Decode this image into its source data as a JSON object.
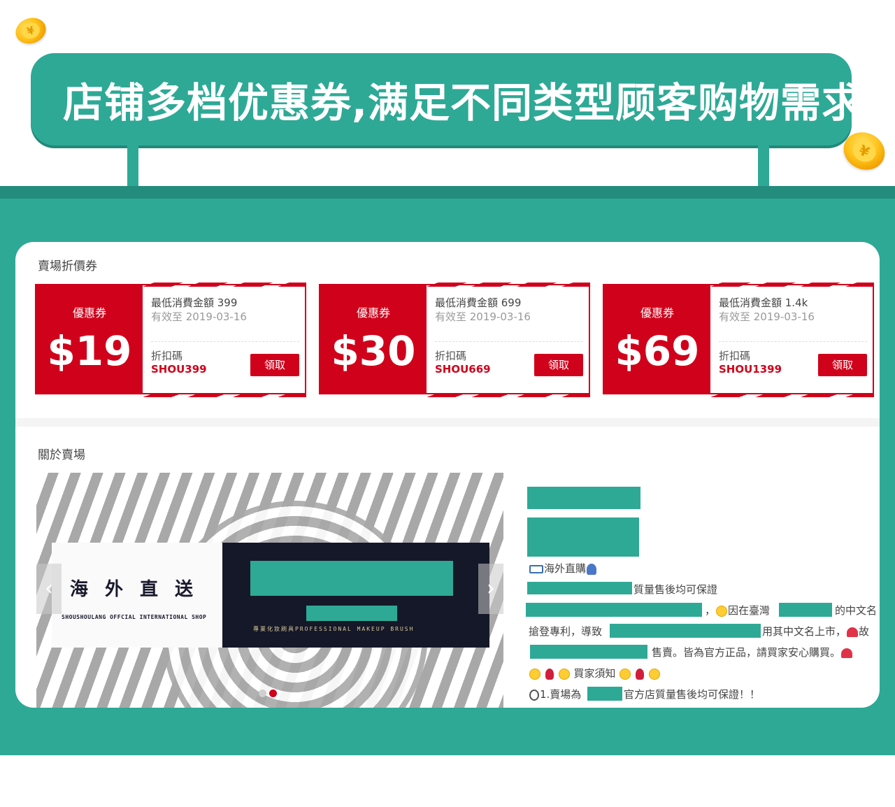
{
  "header": {
    "title": "店铺多档优惠券,满足不同类型顾客购物需求"
  },
  "coins": {
    "symbol": "¥"
  },
  "sections": {
    "coupons_title": "賣場折價券",
    "about_title": "關於賣場"
  },
  "coupons": [
    {
      "label": "優惠券",
      "amount": "$19",
      "min_spend": "最低消費金額 399",
      "valid_until": "有效至 2019-03-16",
      "code_label": "折扣碼",
      "code": "SHOU399",
      "button": "領取"
    },
    {
      "label": "優惠券",
      "amount": "$30",
      "min_spend": "最低消費金額 699",
      "valid_until": "有效至 2019-03-16",
      "code_label": "折扣碼",
      "code": "SHOU669",
      "button": "領取"
    },
    {
      "label": "優惠券",
      "amount": "$69",
      "min_spend": "最低消費金額 1.4k",
      "valid_until": "有效至 2019-03-16",
      "code_label": "折扣碼",
      "code": "SHOU1399",
      "button": "領取"
    }
  ],
  "carousel": {
    "headline": "海外直送",
    "shop_name": "SHOUSHOULANG OFFCIAL INTERNATIONAL SHOP",
    "tagline": "專業化妝刷具PROFESSIONAL MAKEUP BRUSH",
    "prev_arrow": "‹",
    "next_arrow": "›",
    "active_slide": 2,
    "total_slides": 2
  },
  "about": {
    "line1": "海外直購",
    "line2": "質量售後均可保證",
    "line3a": "，",
    "line3b": "因在臺灣",
    "line3c": "的中文名",
    "line4a": "搶登專利，導致",
    "line4b": "用其中文名上市，",
    "line4c": "故",
    "line5": "售賣。皆為官方正品，請買家安心購買。",
    "line6": "買家須知",
    "line7a": "1.賣場為",
    "line7b": "官方店質量售後均可保證！！"
  },
  "colors": {
    "teal": "#2ea996",
    "red": "#d0021b"
  }
}
